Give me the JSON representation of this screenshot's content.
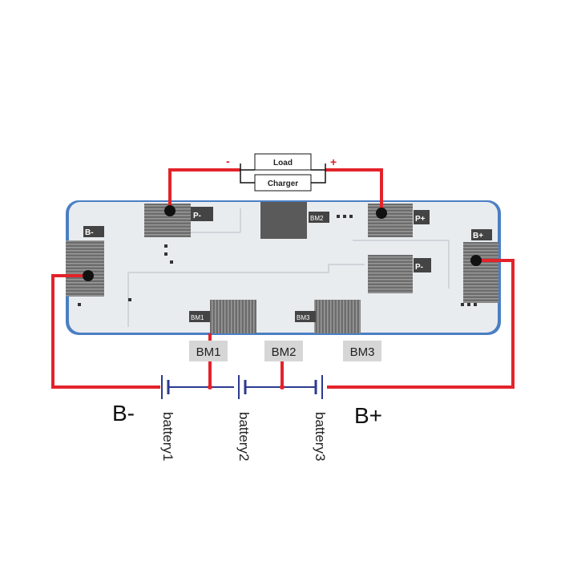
{
  "load_box": {
    "label": "Load"
  },
  "charger_box": {
    "label": "Charger"
  },
  "polarity": {
    "minus": "-",
    "plus": "+"
  },
  "board": {
    "pad_b_minus": "B-",
    "pad_p_minus_top": "P-",
    "pad_p_plus": "P+",
    "pad_p_minus_right": "P-",
    "pad_b_plus": "B+",
    "chip_bm2": "BM2",
    "chip_bm1": "BM1",
    "chip_bm3": "BM3"
  },
  "bm_tags": [
    "BM1",
    "BM2",
    "BM3"
  ],
  "terminals": {
    "b_minus": "B-",
    "b_plus": "B+"
  },
  "batteries": [
    "battery1",
    "battery2",
    "battery3"
  ],
  "colors": {
    "wire_red": "#e3232a",
    "wire_blue": "#2b3a8f",
    "board": "#e9ecef",
    "board_edge": "#4a7fc4",
    "pad": "#555555",
    "dot": "#111111",
    "tag_bg": "#d6d6d6"
  }
}
